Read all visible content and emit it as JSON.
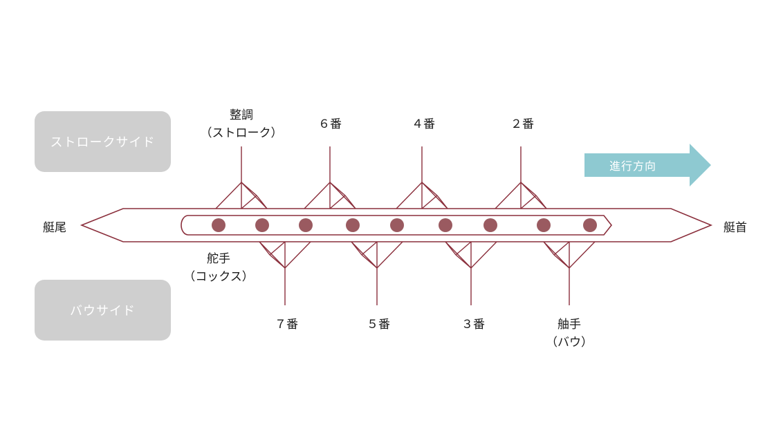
{
  "sides": {
    "stroke_side": "ストロークサイド",
    "bow_side": "バウサイド"
  },
  "ends": {
    "stern": "艇尾",
    "bow": "艇首"
  },
  "direction_label": "進行方向",
  "top_seats": {
    "stroke": [
      "整調",
      "（ストローク）"
    ],
    "six": "６番",
    "four": "４番",
    "two": "２番"
  },
  "bottom_seats": {
    "cox": [
      "舵手",
      "（コックス）"
    ],
    "seven": "７番",
    "five": "５番",
    "three": "３番",
    "bow": [
      "舳手",
      "（バウ）"
    ]
  },
  "colors": {
    "hull": "#8a2e3b",
    "seat": "#9a5a60",
    "side_box": "#cfcfcf",
    "arrow": "#8ec9d1"
  },
  "rowers_count": 9
}
